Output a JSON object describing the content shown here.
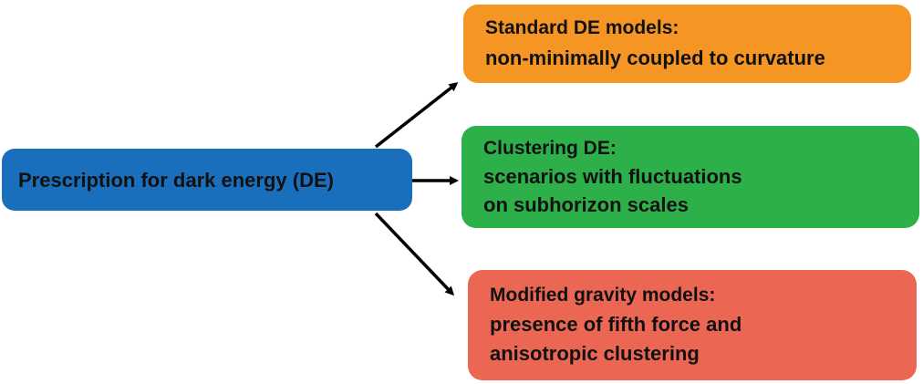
{
  "root": {
    "label": "Prescription for dark energy (DE)",
    "color": "#1a6fbd"
  },
  "branches": [
    {
      "heading": "Standard DE models:",
      "lines": [
        "non-minimally coupled to curvature"
      ],
      "color": "#f59624"
    },
    {
      "heading": "Clustering DE:",
      "lines": [
        "scenarios with fluctuations",
        "on subhorizon scales"
      ],
      "color": "#2db049"
    },
    {
      "heading": "Modified gravity models:",
      "lines": [
        "presence of fifth force and",
        "anisotropic clustering"
      ],
      "color": "#ec6654"
    }
  ]
}
